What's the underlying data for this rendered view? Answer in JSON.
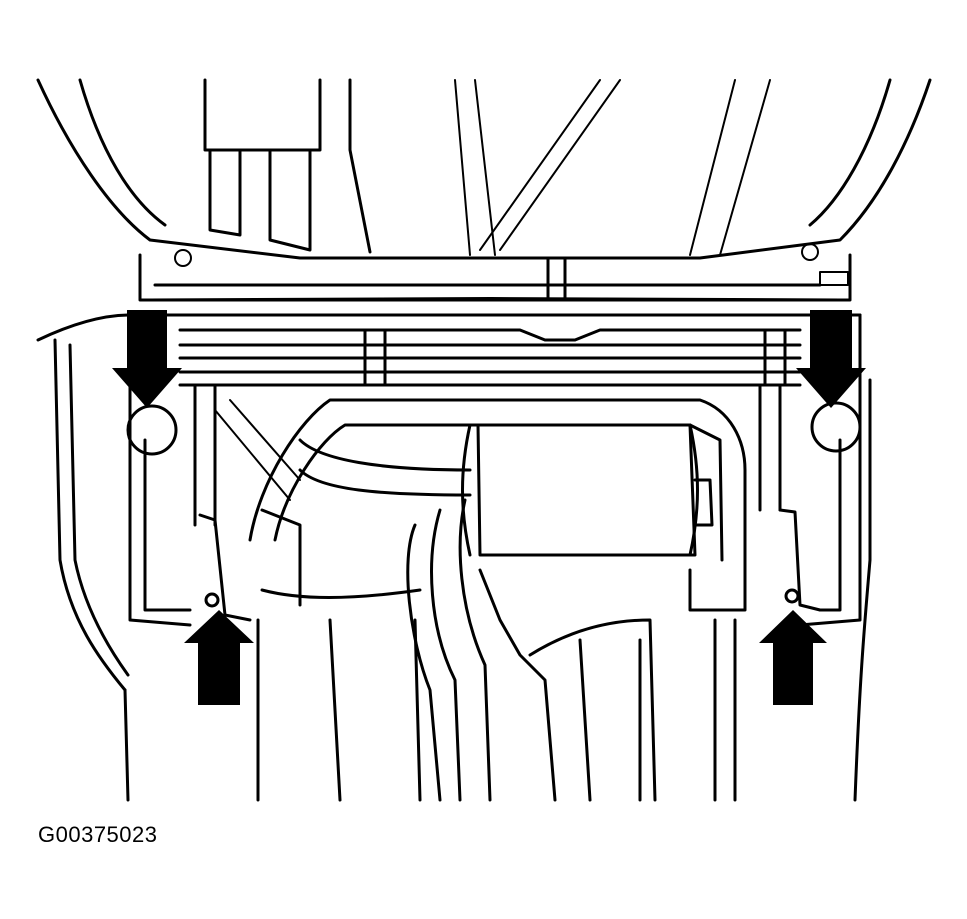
{
  "figure": {
    "id": "G00375023"
  },
  "callouts": [
    {
      "name": "left-mount-arrow",
      "direction": "down"
    },
    {
      "name": "right-mount-arrow",
      "direction": "down"
    },
    {
      "name": "left-bolt-arrow",
      "direction": "up"
    },
    {
      "name": "right-bolt-arrow",
      "direction": "up"
    }
  ]
}
